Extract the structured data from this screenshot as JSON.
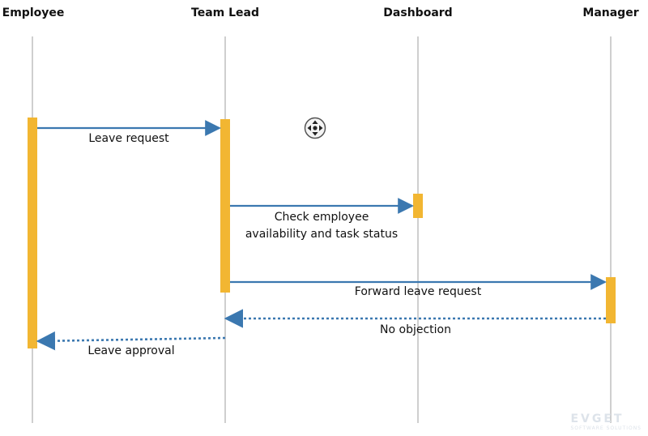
{
  "actors": [
    {
      "id": "employee",
      "name": "Employee"
    },
    {
      "id": "teamlead",
      "name": "Team Lead"
    },
    {
      "id": "dashboard",
      "name": "Dashboard"
    },
    {
      "id": "manager",
      "name": "Manager"
    }
  ],
  "messages": [
    {
      "from": "employee",
      "to": "teamlead",
      "label_lines": [
        "Leave request"
      ],
      "style": "solid"
    },
    {
      "from": "teamlead",
      "to": "dashboard",
      "label_lines": [
        "Check employee",
        "availability and task status"
      ],
      "style": "solid"
    },
    {
      "from": "teamlead",
      "to": "manager",
      "label_lines": [
        "Forward leave request"
      ],
      "style": "solid"
    },
    {
      "from": "manager",
      "to": "teamlead",
      "label_lines": [
        "No objection"
      ],
      "style": "dotted"
    },
    {
      "from": "teamlead",
      "to": "employee",
      "label_lines": [
        "Leave approval"
      ],
      "style": "dotted"
    }
  ],
  "colors": {
    "lifeline": "#b5b5b5",
    "activation": "#f2b632",
    "arrow": "#3b78b0"
  },
  "icons": {
    "move_handle": "move-cursor-icon"
  },
  "watermark": {
    "brand": "EVGET",
    "tagline": "SOFTWARE SOLUTIONS"
  }
}
